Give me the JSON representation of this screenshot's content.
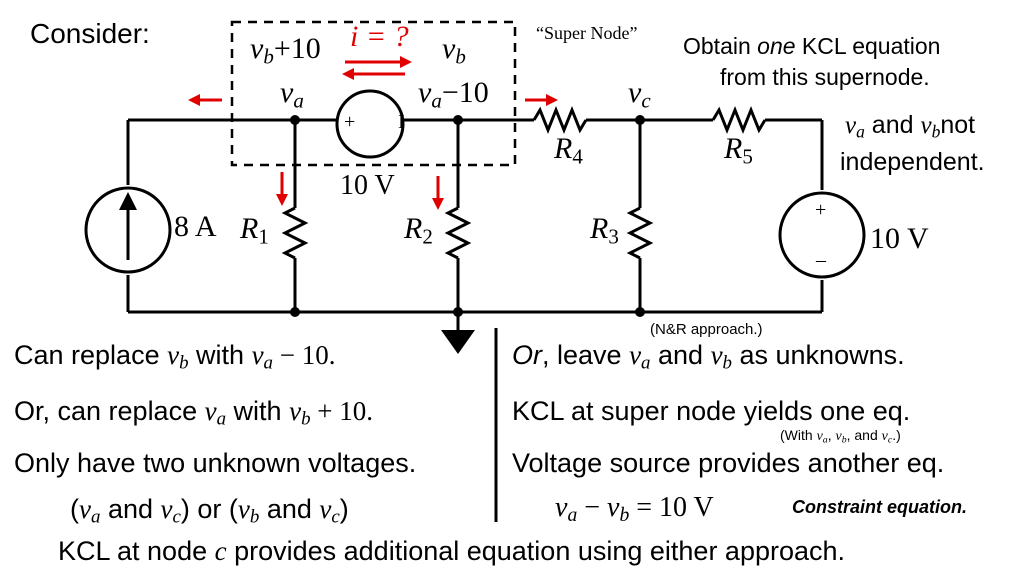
{
  "header": {
    "consider": "Consider:",
    "super_node": "“Super Node”",
    "obtain_line1_pre": "Obtain ",
    "obtain_line1_em": "one",
    "obtain_line1_post": " KCL equation",
    "obtain_line2": "from this supernode.",
    "notindep_va": "v",
    "notindep_a": "a",
    "notindep_and": " and ",
    "notindep_vb": "v",
    "notindep_b": "b",
    "notindep_not": "not",
    "notindep_line2": "independent."
  },
  "circuit": {
    "vb_plus_10": "+10",
    "i_question": "i = ?",
    "vb_label": "v",
    "b_sub": "b",
    "va_label": "v",
    "a_sub": "a",
    "va_minus_10": "−10",
    "vc_label": "v",
    "c_sub": "c",
    "r4": "R",
    "r4_sub": "4",
    "r5": "R",
    "r5_sub": "5",
    "r1": "R",
    "r1_sub": "1",
    "r2": "R",
    "r2_sub": "2",
    "r3": "R",
    "r3_sub": "3",
    "current_src": "8 A",
    "vsrc_left": "10 V",
    "vsrc_right": "10 V",
    "plus": "+",
    "minus": "–",
    "minus_bar": "I"
  },
  "left_col": {
    "line1_pre": "Can replace ",
    "line1_mid": " with ",
    "line1_expr": " − 10.",
    "line2_pre": "Or, can replace ",
    "line2_mid": " with ",
    "line2_expr": " + 10.",
    "line3": "Only have two unknown voltages.",
    "line4_a": "(",
    "line4_and1": " and ",
    "line4_b": ") or (",
    "line4_and2": " and ",
    "line4_c": ")"
  },
  "right_col": {
    "nr_approach": "(N&R approach.)",
    "line1_or": "Or",
    "line1_rest_a": ", leave ",
    "line1_and": " and ",
    "line1_end": " as unknowns.",
    "line2": "KCL at super node yields one eq.",
    "with_note_pre": "(With ",
    "with_note_c1": ", ",
    "with_note_c2": ", and ",
    "with_note_end": ".)",
    "line3": "Voltage source provides another eq.",
    "eq_minus": " − ",
    "eq_equals": " = 10 V",
    "constraint": "Constraint equation."
  },
  "footer": {
    "pre": "KCL at node ",
    "node": "c",
    "post": " provides additional equation using either approach."
  },
  "colors": {
    "accent_red": "#e00000",
    "ink": "#000000"
  }
}
